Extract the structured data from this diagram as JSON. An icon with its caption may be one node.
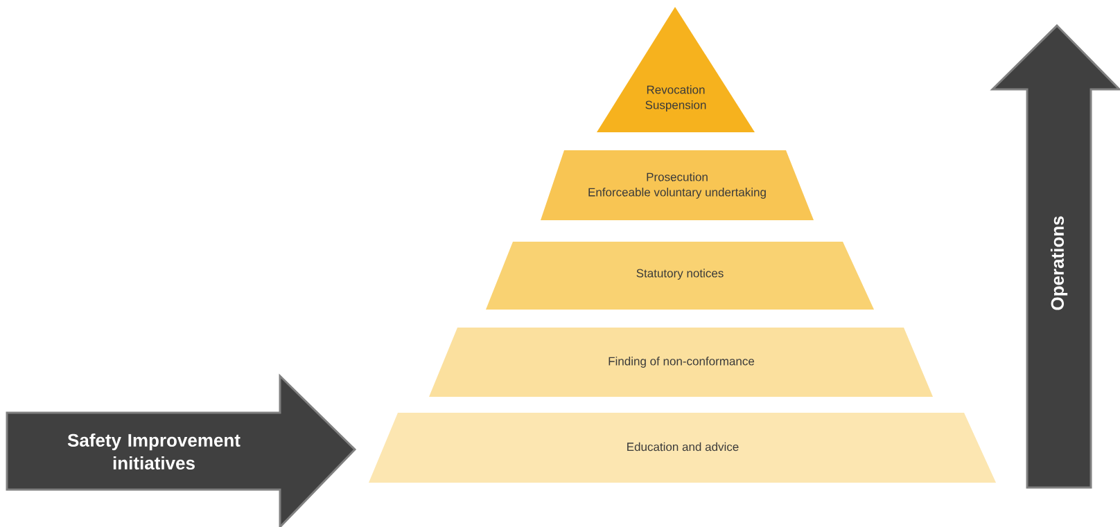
{
  "diagram": {
    "nodes": [
      {
        "text": [
          "Revocation",
          "Suspension"
        ]
      },
      {
        "text": [
          "Prosecution",
          "Enforceable voluntary undertaking"
        ]
      },
      {
        "text": [
          "Statutory notices"
        ]
      },
      {
        "text": [
          "Finding of non-conformance"
        ]
      },
      {
        "text": [
          "Education and advice"
        ]
      },
      {
        "text": [
          "Operations"
        ]
      },
      {
        "text": [
          "Safety Improvement initiatives"
        ]
      }
    ]
  }
}
